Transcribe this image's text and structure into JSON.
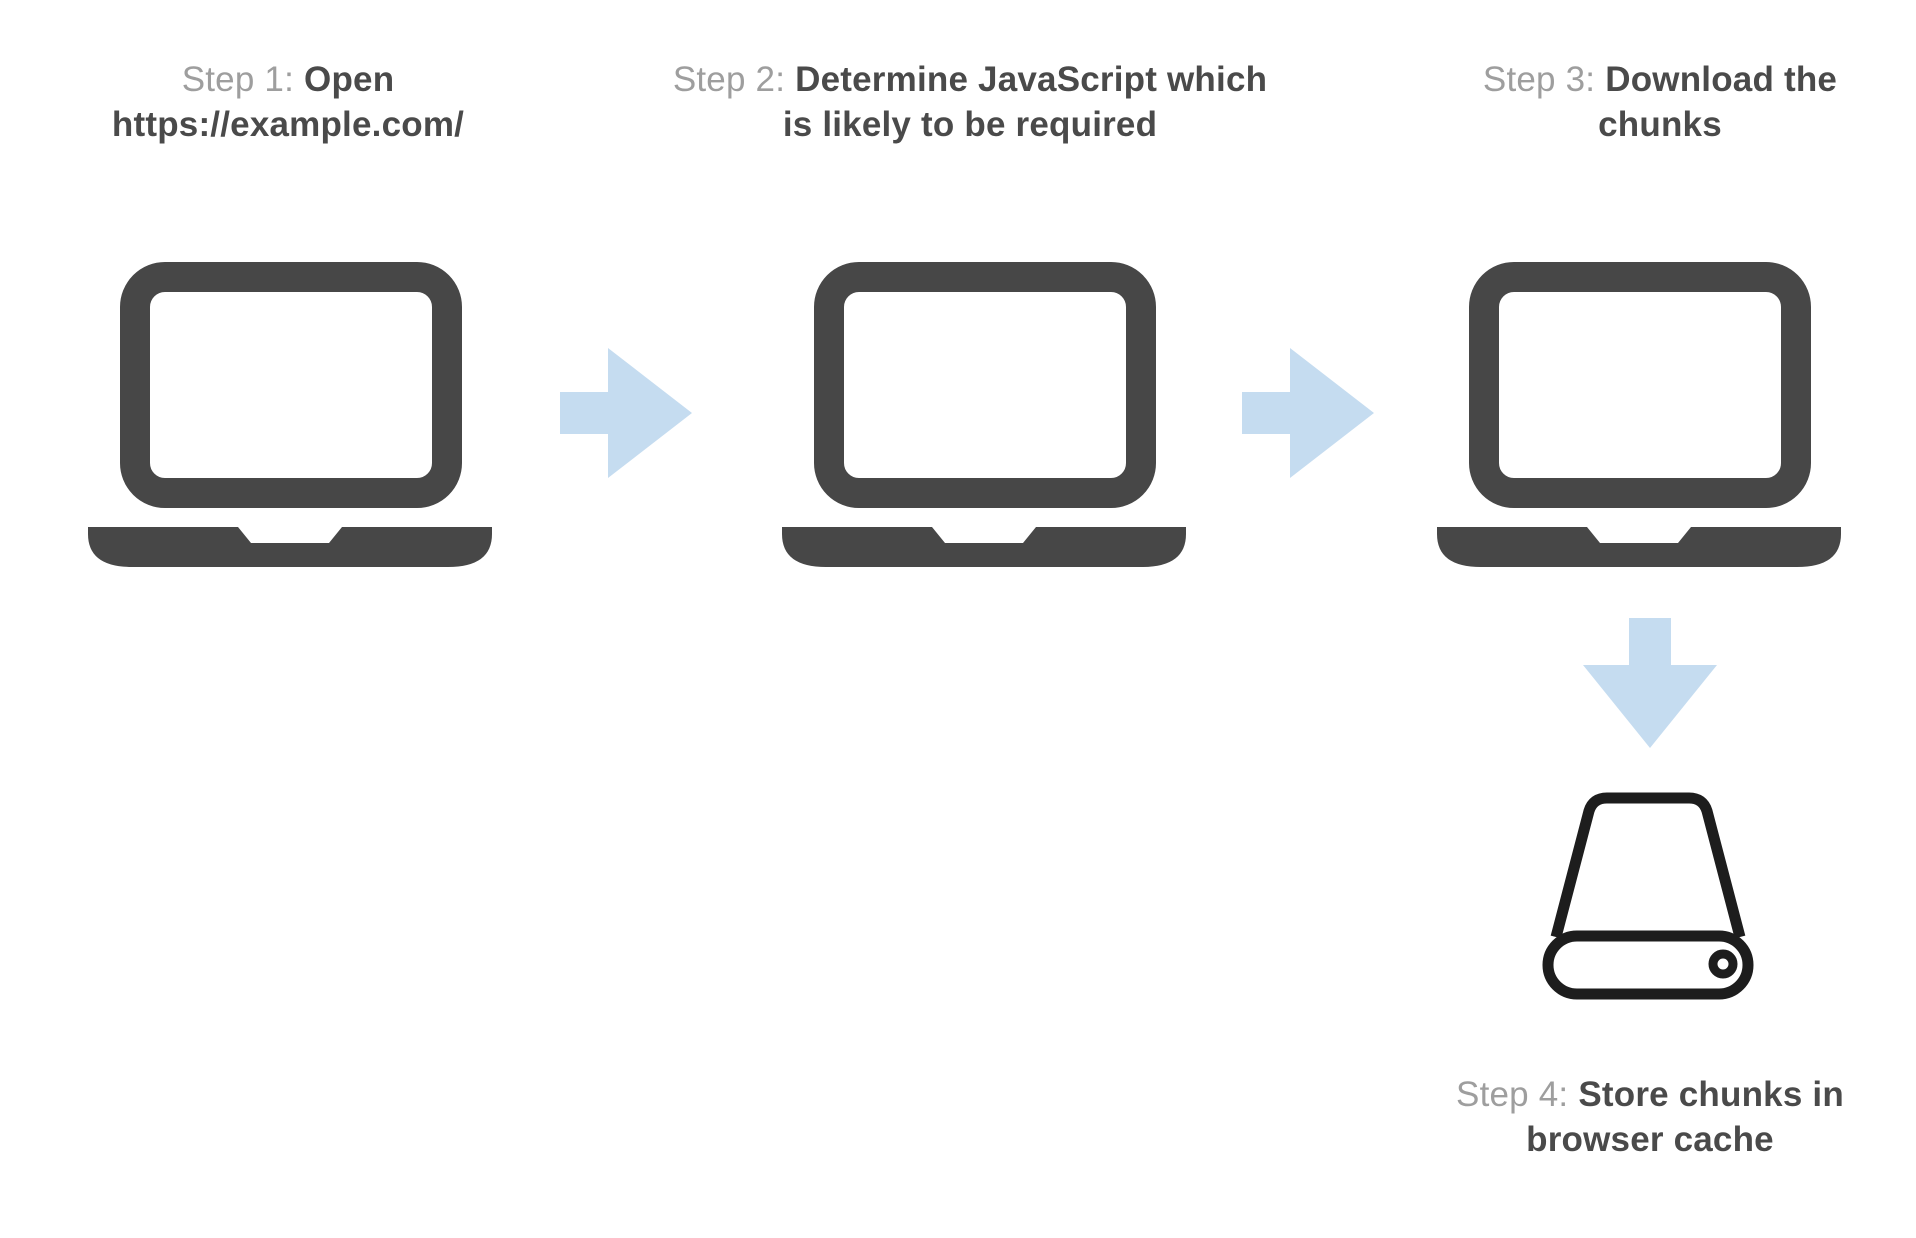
{
  "diagram": {
    "title_implicit": "JavaScript chunk preloading flow",
    "background": "#ffffff",
    "colors": {
      "laptop": "#474747",
      "drive": "#1d1d1d",
      "arrow": "#c5dcf0",
      "step_prefix": "#9e9e9e",
      "step_title": "#4a4a4a"
    },
    "steps": [
      {
        "prefix": "Step 1:",
        "title": "Open https://example.com/",
        "icon": "laptop-icon"
      },
      {
        "prefix": "Step 2:",
        "title": "Determine JavaScript which is likely to be required",
        "icon": "laptop-icon"
      },
      {
        "prefix": "Step 3:",
        "title": "Download the chunks",
        "icon": "laptop-icon"
      },
      {
        "prefix": "Step 4:",
        "title": "Store chunks in browser cache",
        "icon": "hard-drive-icon"
      }
    ],
    "connectors": [
      {
        "from": "step-1",
        "to": "step-2",
        "direction": "right",
        "icon": "arrow-right-icon"
      },
      {
        "from": "step-2",
        "to": "step-3",
        "direction": "right",
        "icon": "arrow-right-icon"
      },
      {
        "from": "step-3",
        "to": "step-4",
        "direction": "down",
        "icon": "arrow-down-icon"
      }
    ]
  }
}
